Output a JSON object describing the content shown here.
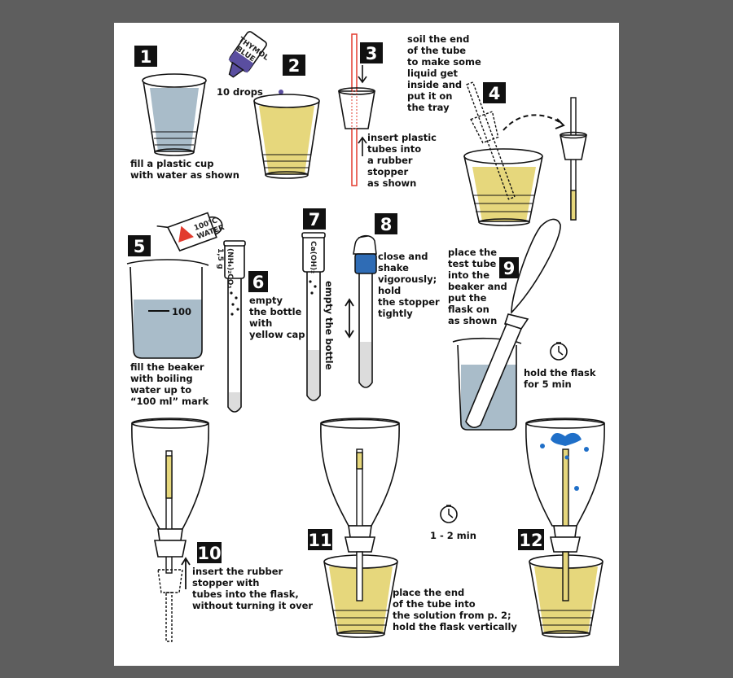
{
  "colors": {
    "background": "#5e5e5e",
    "panel": "#ffffff",
    "water": "#a9bcc9",
    "solution": "#e6d77c",
    "dye": "#5a4ea0",
    "stopper_blue": "#2f6cb5",
    "fountain": "#1f6fc8",
    "warning": "#e23b2e",
    "outline": "#111111"
  },
  "steps": [
    {
      "num": "1",
      "lines": [
        "fill a plastic cup",
        "with water as shown"
      ]
    },
    {
      "num": "2",
      "drops": "10 drops",
      "bottle_lines": [
        "THYMOL",
        "BLUE"
      ]
    },
    {
      "num": "3",
      "lines": [
        "insert plastic",
        "tubes into",
        "a rubber",
        "stopper",
        "as shown"
      ]
    },
    {
      "num": "4",
      "lines": [
        "soil the end",
        "of the tube",
        "to make some",
        "liquid get",
        "inside and",
        "put it on",
        "the tray"
      ]
    },
    {
      "num": "5",
      "lines": [
        "fill the beaker",
        "with boiling",
        "water up to",
        "“100 ml” mark"
      ],
      "mark": "100",
      "kettle_lines": [
        "100°C",
        "WATER"
      ]
    },
    {
      "num": "6",
      "lines": [
        "empty",
        "the bottle",
        "with",
        "yellow cap"
      ],
      "bottle_lines": [
        "(NH₄)₂CO₃",
        "1,5 g"
      ]
    },
    {
      "num": "7",
      "side": "empty the bottle",
      "bottle_label": "Ca(OH)₂"
    },
    {
      "num": "8",
      "lines": [
        "close and",
        "shake",
        "vigorously;",
        "hold",
        "the stopper",
        "tightly"
      ]
    },
    {
      "num": "9",
      "lines": [
        "place the",
        "test tube",
        "into the",
        "beaker and",
        "put the",
        "flask on",
        "as shown"
      ],
      "hold_lines": [
        "hold the flask",
        "for 5 min"
      ]
    },
    {
      "num": "10",
      "lines": [
        "insert the rubber",
        "stopper with",
        "tubes into the flask,",
        "without turning it over"
      ]
    },
    {
      "num": "11",
      "lines": [
        "place the end",
        "of the tube into",
        "the solution from p. 2;",
        "hold the flask vertically"
      ],
      "timer": "1 - 2 min"
    },
    {
      "num": "12"
    }
  ]
}
